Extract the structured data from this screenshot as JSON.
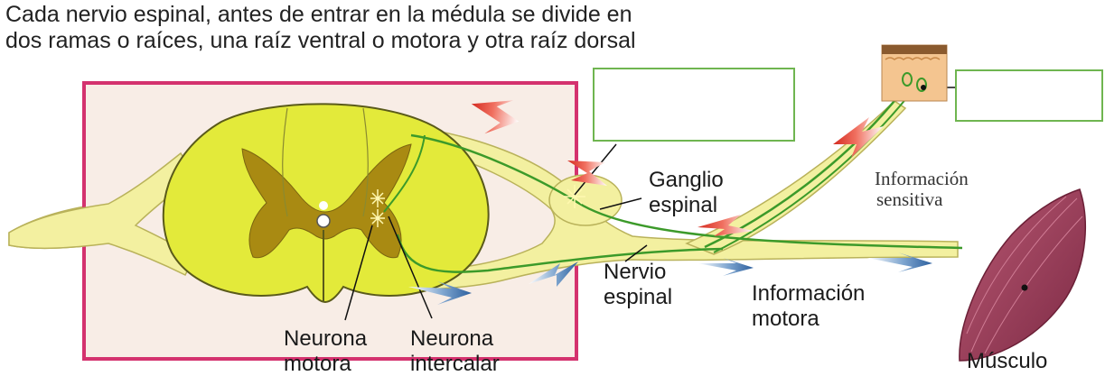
{
  "caption": {
    "line1": "Cada nervio espinal, antes de entrar en la médula se divide en",
    "line2": "dos ramas o raíces, una raíz ventral o motora y otra raíz dorsal"
  },
  "labels": {
    "ganglio_1": "Ganglio",
    "ganglio_2": "espinal",
    "info_sensitiva_1": "Información",
    "info_sensitiva_2": "sensitiva",
    "nervio_1": "Nervio",
    "nervio_2": "espinal",
    "info_motora_1": "Información",
    "info_motora_2": "motora",
    "neurona_motora_1": "Neurona",
    "neurona_motora_2": "motora",
    "neurona_intercalar_1": "Neurona",
    "neurona_intercalar_2": "intercalar",
    "musculo": "Músculo"
  },
  "answer_boxes": [
    {
      "value": ""
    },
    {
      "value": ""
    }
  ],
  "colors": {
    "frame": "#d4326e",
    "spinal_cord": "#e3ea3a",
    "grey_matter": "#a98a12",
    "nerve": "#f3f0a0",
    "nerve_fiber": "#3c9a2a",
    "box_border": "#6fb550",
    "sensory_arrow": "#e0332c",
    "motor_arrow": "#2c5f9e",
    "muscle": "#9a3b57"
  }
}
